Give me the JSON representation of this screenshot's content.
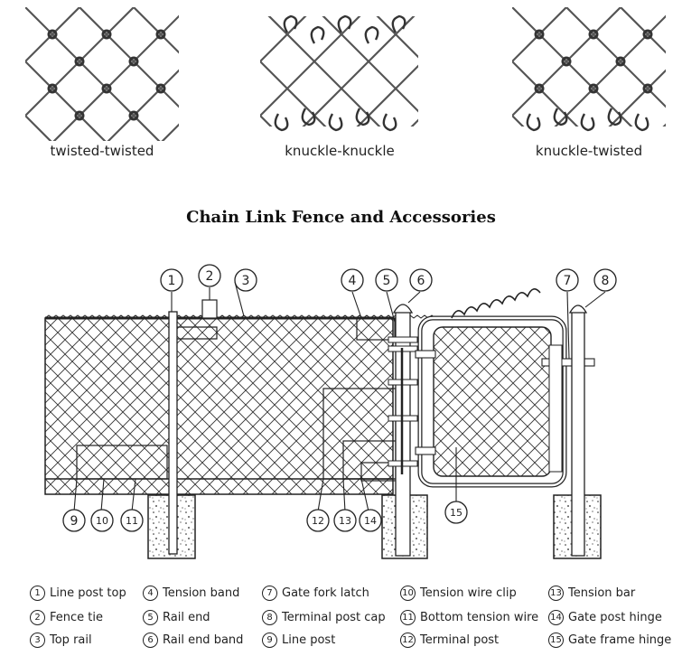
{
  "weave_types": [
    {
      "label": "twisted-twisted",
      "icon": "twisted-twisted-mesh-icon"
    },
    {
      "label": "knuckle-knuckle",
      "icon": "knuckle-knuckle-mesh-icon"
    },
    {
      "label": "knuckle-twisted",
      "icon": "knuckle-twisted-mesh-icon"
    }
  ],
  "title": "Chain Link Fence and Accessories",
  "callouts": [
    "1",
    "2",
    "3",
    "4",
    "5",
    "6",
    "7",
    "8",
    "9",
    "10",
    "11",
    "12",
    "13",
    "14",
    "15"
  ],
  "legend": [
    {
      "num": "1",
      "label": "Line post top"
    },
    {
      "num": "2",
      "label": "Fence tie"
    },
    {
      "num": "3",
      "label": "Top rail"
    },
    {
      "num": "4",
      "label": "Tension band"
    },
    {
      "num": "5",
      "label": "Rail end"
    },
    {
      "num": "6",
      "label": "Rail end band"
    },
    {
      "num": "7",
      "label": "Gate fork latch"
    },
    {
      "num": "8",
      "label": "Terminal post cap"
    },
    {
      "num": "9",
      "label": "Line post"
    },
    {
      "num": "10",
      "label": "Tension wire clip"
    },
    {
      "num": "11",
      "label": "Bottom tension wire"
    },
    {
      "num": "12",
      "label": "Terminal post"
    },
    {
      "num": "13",
      "label": "Tension bar"
    },
    {
      "num": "14",
      "label": "Gate post hinge"
    },
    {
      "num": "15",
      "label": "Gate frame hinge"
    }
  ]
}
